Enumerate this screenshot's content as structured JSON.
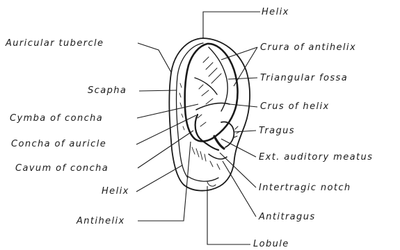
{
  "labels": {
    "helix_top": "Helix",
    "auricular_tubercle": "Auricular tubercle",
    "crura_of_antihelix": "Crura of antihelix",
    "triangular_fossa": "Triangular fossa",
    "scapha": "Scapha",
    "crus_of_helix": "Crus of helix",
    "cymba_of_concha": "Cymba of concha",
    "tragus": "Tragus",
    "concha_of_auricle": "Concha of auricle",
    "ext_auditory_meatus": "Ext. auditory meatus",
    "cavum_of_concha": "Cavum of concha",
    "helix_lower": "Helix",
    "intertragic_notch": "Intertragic notch",
    "antihelix": "Antihelix",
    "antitragus": "Antitragus",
    "lobule": "Lobule"
  }
}
